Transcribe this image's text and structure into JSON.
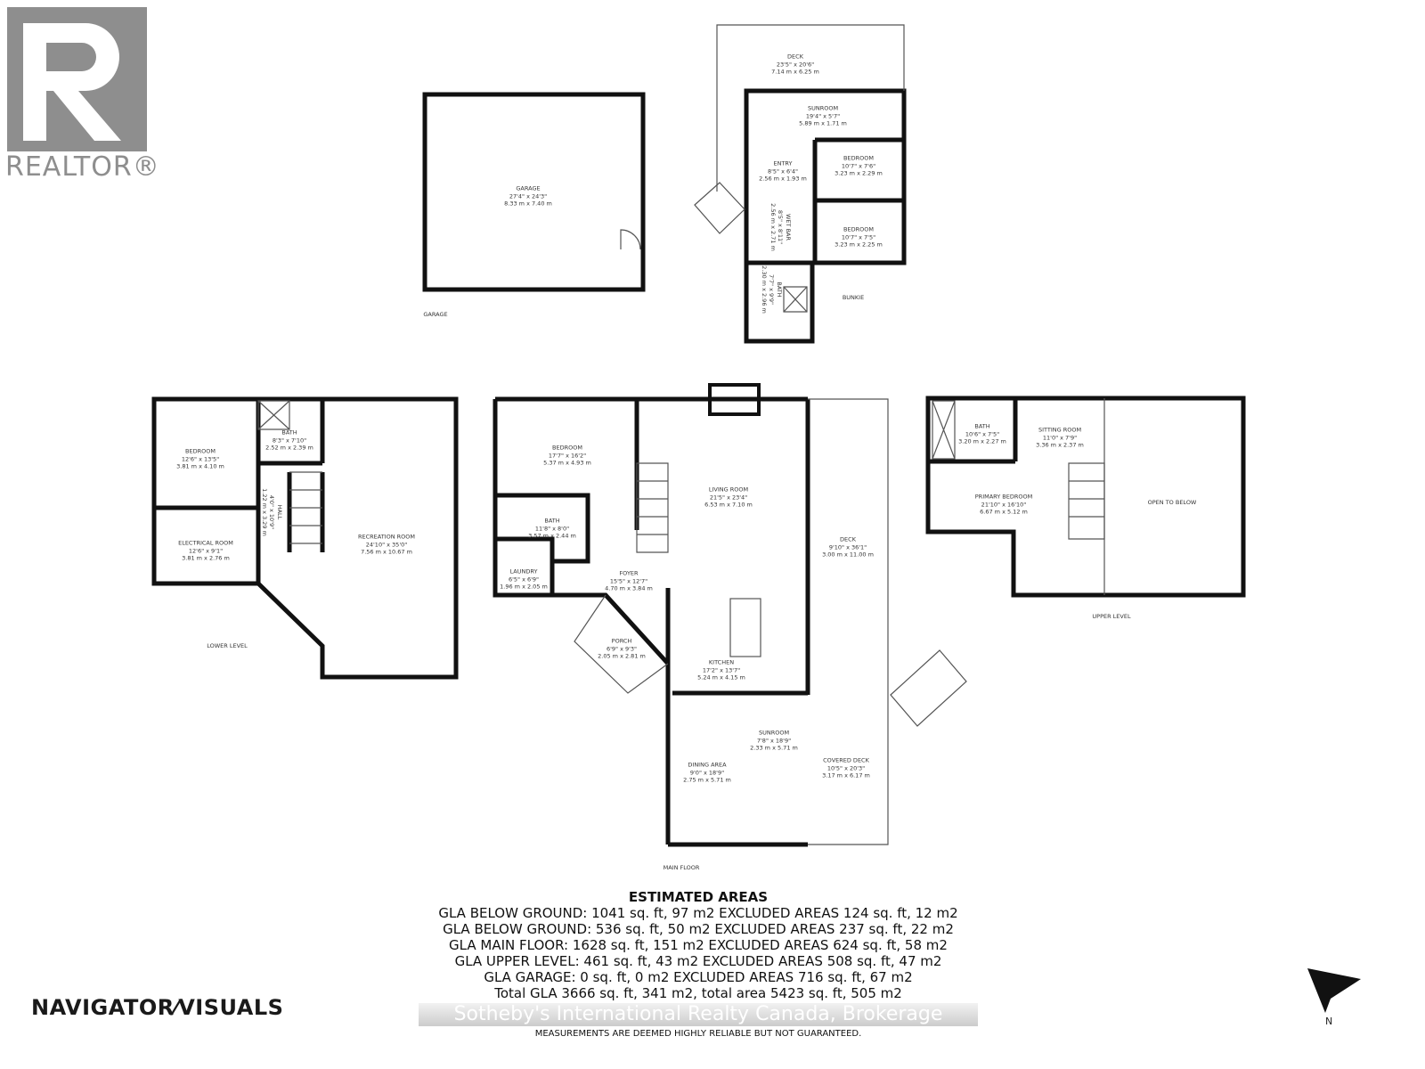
{
  "branding": {
    "realtor_logo_text": "REALTOR®",
    "company_logo_text": "NAVIGATOR⁄VISUALS",
    "watermark": "Sotheby's International Realty Canada, Brokerage"
  },
  "garage": {
    "level_label": "GARAGE",
    "rooms": [
      {
        "name": "GARAGE",
        "imperial": "27'4\" x 24'3\"",
        "metric": "8.33 m x 7.40 m"
      }
    ]
  },
  "bunkie": {
    "level_label": "BUNKIE",
    "rooms": [
      {
        "name": "DECK",
        "imperial": "23'5\" x 20'6\"",
        "metric": "7.14 m x 6.25 m"
      },
      {
        "name": "SUNROOM",
        "imperial": "19'4\" x 5'7\"",
        "metric": "5.89 m x 1.71 m"
      },
      {
        "name": "ENTRY",
        "imperial": "8'5\" x 6'4\"",
        "metric": "2.56 m x 1.93 m"
      },
      {
        "name": "BEDROOM",
        "imperial": "10'7\" x 7'6\"",
        "metric": "3.23 m x 2.29 m"
      },
      {
        "name": "BEDROOM",
        "imperial": "10'7\" x 7'5\"",
        "metric": "3.23 m x 2.25 m"
      },
      {
        "name": "WET BAR",
        "imperial": "8'5\" x 8'11\"",
        "metric": "2.56 m x 2.71 m"
      },
      {
        "name": "BATH",
        "imperial": "7'7\" x 9'9\"",
        "metric": "2.30 m x 2.96 m"
      }
    ]
  },
  "lower_level": {
    "level_label": "LOWER LEVEL",
    "rooms": [
      {
        "name": "BEDROOM",
        "imperial": "12'6\" x 13'5\"",
        "metric": "3.81 m x 4.10 m"
      },
      {
        "name": "BATH",
        "imperial": "8'3\" x 7'10\"",
        "metric": "2.52 m x 2.39 m"
      },
      {
        "name": "HALL",
        "imperial": "4'0\" x 10'9\"",
        "metric": "1.22 m x 3.29 m"
      },
      {
        "name": "ELECTRICAL ROOM",
        "imperial": "12'6\" x 9'1\"",
        "metric": "3.81 m x 2.76 m"
      },
      {
        "name": "RECREATION ROOM",
        "imperial": "24'10\" x 35'0\"",
        "metric": "7.56 m x 10.67 m"
      }
    ]
  },
  "main_floor": {
    "level_label": "MAIN FLOOR",
    "rooms": [
      {
        "name": "BEDROOM",
        "imperial": "17'7\" x 16'2\"",
        "metric": "5.37 m x 4.93 m"
      },
      {
        "name": "BATH",
        "imperial": "11'8\" x 8'0\"",
        "metric": "3.57 m x 2.44 m"
      },
      {
        "name": "LAUNDRY",
        "imperial": "6'5\" x 6'9\"",
        "metric": "1.96 m x 2.05 m"
      },
      {
        "name": "FOYER",
        "imperial": "15'5\" x 12'7\"",
        "metric": "4.70 m x 3.84 m"
      },
      {
        "name": "LIVING ROOM",
        "imperial": "21'5\" x 23'4\"",
        "metric": "6.53 m x 7.10 m"
      },
      {
        "name": "DECK",
        "imperial": "9'10\" x 36'1\"",
        "metric": "3.00 m x 11.00 m"
      },
      {
        "name": "PORCH",
        "imperial": "6'9\" x 9'3\"",
        "metric": "2.05 m x 2.81 m"
      },
      {
        "name": "KITCHEN",
        "imperial": "17'2\" x 13'7\"",
        "metric": "5.24 m x 4.15 m"
      },
      {
        "name": "SUNROOM",
        "imperial": "7'8\" x 18'9\"",
        "metric": "2.33 m x 5.71 m"
      },
      {
        "name": "DINING AREA",
        "imperial": "9'0\" x 18'9\"",
        "metric": "2.75 m x 5.71 m"
      },
      {
        "name": "COVERED DECK",
        "imperial": "10'5\" x 20'3\"",
        "metric": "3.17 m x 6.17 m"
      }
    ]
  },
  "upper_level": {
    "level_label": "UPPER LEVEL",
    "rooms": [
      {
        "name": "BATH",
        "imperial": "10'6\" x 7'5\"",
        "metric": "3.20 m x 2.27 m"
      },
      {
        "name": "SITTING ROOM",
        "imperial": "11'0\" x 7'9\"",
        "metric": "3.36 m x 2.37 m"
      },
      {
        "name": "PRIMARY BEDROOM",
        "imperial": "21'10\" x 16'10\"",
        "metric": "6.67 m x 5.12 m"
      },
      {
        "name": "OPEN TO BELOW"
      }
    ]
  },
  "estimated_areas": {
    "title": "ESTIMATED AREAS",
    "lines": [
      "GLA BELOW GROUND: 1041 sq. ft, 97 m2 EXCLUDED AREAS 124 sq. ft, 12 m2",
      "GLA BELOW GROUND: 536 sq. ft, 50 m2 EXCLUDED AREAS 237 sq. ft, 22 m2",
      "GLA MAIN FLOOR: 1628 sq. ft, 151 m2 EXCLUDED AREAS 624 sq. ft, 58 m2",
      "GLA UPPER LEVEL: 461 sq. ft, 43 m2 EXCLUDED AREAS 508 sq. ft, 47 m2",
      "GLA GARAGE: 0 sq. ft, 0 m2 EXCLUDED AREAS 716 sq. ft, 67 m2",
      "Total GLA 3666 sq. ft, 341 m2, total area 5423 sq. ft, 505 m2"
    ],
    "disclaimer": "MEASUREMENTS ARE DEEMED HIGHLY RELIABLE BUT NOT GUARANTEED."
  },
  "compass": {
    "label": "N"
  }
}
